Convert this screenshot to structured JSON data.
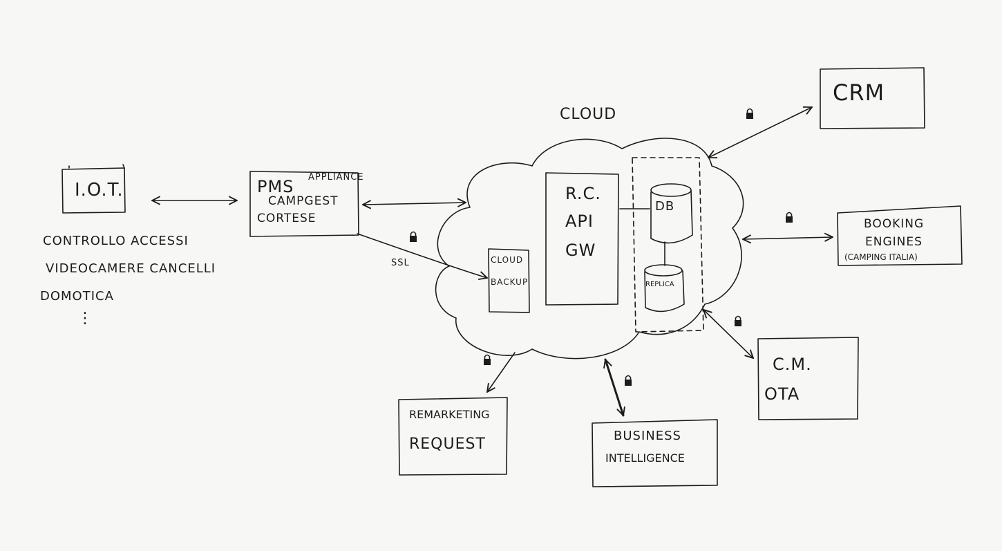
{
  "colors": {
    "ink": "#1c1c1c",
    "paper": "#f7f7f5"
  },
  "labels": {
    "cloud_title": "CLOUD",
    "iot": "I.O.T.",
    "iot_notes": [
      "CONTROLLO ACCESSI",
      "VIDEOCAMERE CANCELLI",
      "DOMOTICA",
      "⋮"
    ],
    "pms_line1": "PMS",
    "pms_appliance": "APPLIANCE",
    "pms_line2": "CAMPGEST",
    "pms_line3": "CORTESE",
    "ssl": "SSL",
    "cloud_backup_line1": "CLOUD",
    "cloud_backup_line2": "BACKUP",
    "api_line1": "R.C.",
    "api_line2": "API",
    "api_line3": "GW",
    "db": "DB",
    "replica": "REPLICA",
    "crm": "CRM",
    "booking_line1": "BOOKING",
    "booking_line2": "ENGINES",
    "booking_line3": "(CAMPING ITALIA)",
    "cm_line1": "C.M.",
    "cm_line2": "OTA",
    "remarketing_line1": "REMARKETING",
    "remarketing_line2": "REQUEST",
    "bi_line1": "BUSINESS",
    "bi_line2": "INTELLIGENCE"
  },
  "icons": [
    "lock-icon"
  ]
}
